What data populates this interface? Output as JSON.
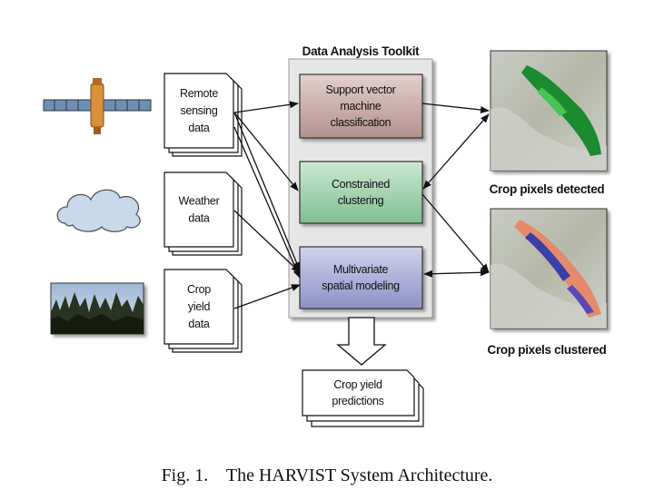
{
  "toolkit": {
    "title": "Data Analysis Toolkit"
  },
  "inputs": [
    {
      "lines": [
        "Remote",
        "sensing",
        "data"
      ]
    },
    {
      "lines": [
        "Weather",
        "data"
      ]
    },
    {
      "lines": [
        "Crop",
        "yield",
        "data"
      ]
    }
  ],
  "modules": [
    {
      "lines": [
        "Support vector",
        "machine",
        "classification"
      ],
      "color": "#c7a9a6"
    },
    {
      "lines": [
        "Constrained",
        "clustering"
      ],
      "color": "#9ccfa8"
    },
    {
      "lines": [
        "Multivariate",
        "spatial modeling"
      ],
      "color": "#a9acd4"
    }
  ],
  "outputs": {
    "detected": "Crop pixels detected",
    "clustered": "Crop pixels clustered",
    "predictions": [
      "Crop yield",
      "predictions"
    ]
  },
  "caption": "Fig. 1.    The HARVIST System Architecture."
}
